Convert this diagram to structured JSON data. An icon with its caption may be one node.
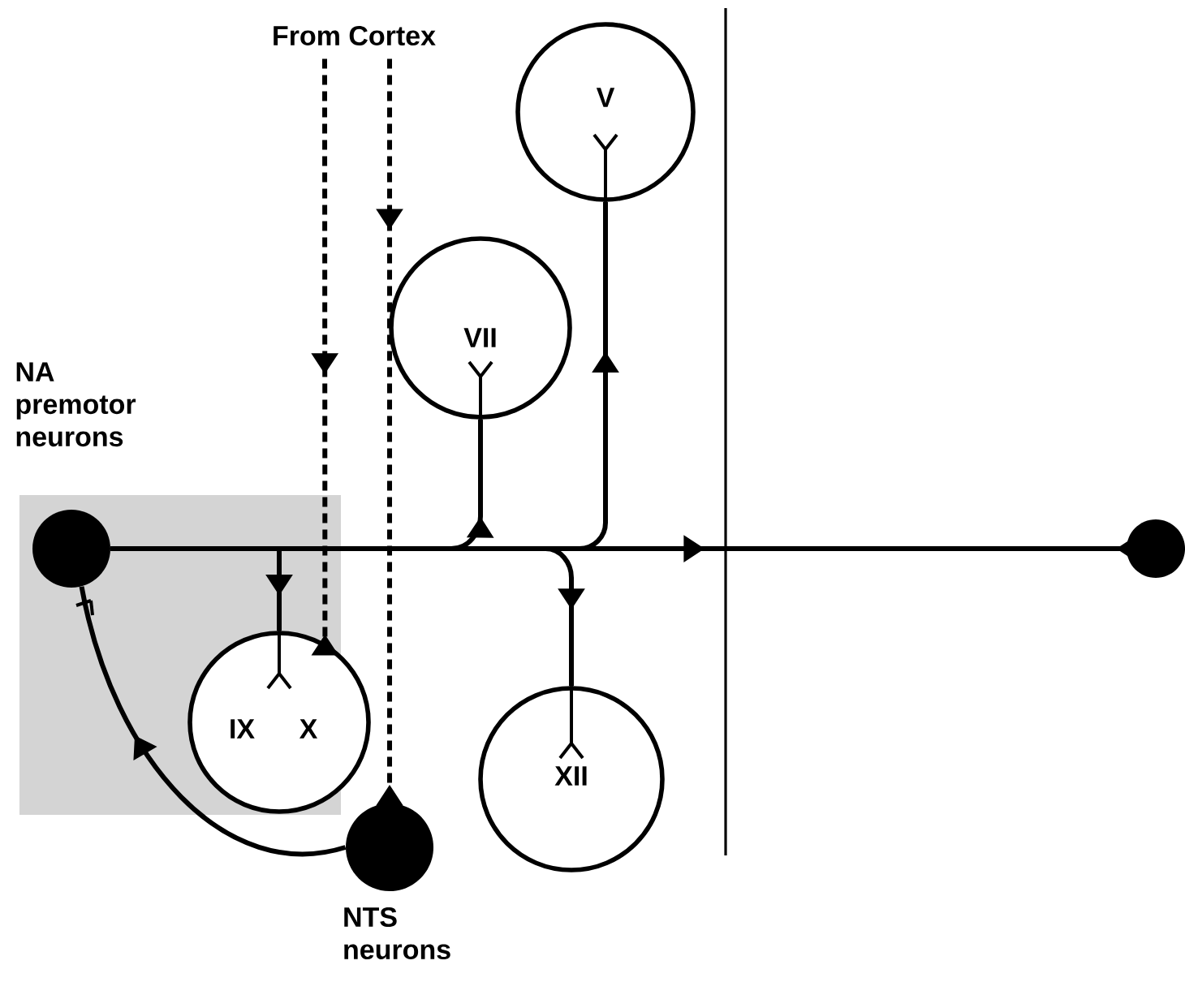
{
  "diagram": {
    "nodes": [
      {
        "text": [
          "From Cortex"
        ]
      },
      {
        "text": [
          "V"
        ]
      },
      {
        "text": [
          "VII"
        ]
      },
      {
        "text": [
          "NA premotor neurons"
        ]
      },
      {
        "text": [
          "IX",
          "X"
        ]
      },
      {
        "text": [
          "XII"
        ]
      },
      {
        "text": [
          "NTS neurons"
        ]
      },
      {
        "text": [],
        "shape": "circle"
      }
    ],
    "edges": [
      {
        "from": 3,
        "to": 7,
        "arrow": "to"
      },
      {
        "from": 3,
        "to": 2,
        "arrow": "to"
      },
      {
        "from": 3,
        "to": 1,
        "arrow": "to"
      },
      {
        "from": 3,
        "to": 4,
        "arrow": "to"
      },
      {
        "from": 3,
        "to": 5,
        "arrow": "to"
      },
      {
        "from": 0,
        "to": 4,
        "arrow": "to",
        "style": "dashed"
      },
      {
        "from": 0,
        "to": 6,
        "arrow": "to",
        "style": "dashed"
      },
      {
        "from": 6,
        "to": 3,
        "arrow": "to"
      }
    ]
  }
}
